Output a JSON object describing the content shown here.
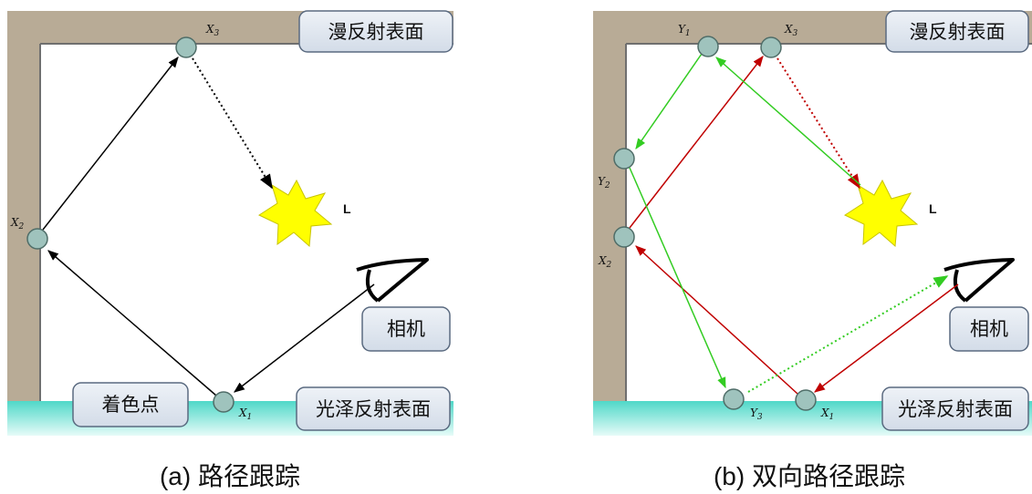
{
  "panel_a": {
    "caption": "(a) 路径跟踪",
    "labels": {
      "diffuse_surface": "漫反射表面",
      "glossy_surface": "光泽反射表面",
      "camera": "相机",
      "shading_point": "着色点",
      "light": "L"
    },
    "points": {
      "x1": {
        "letter": "X",
        "sub": "1"
      },
      "x2": {
        "letter": "X",
        "sub": "2"
      },
      "x3": {
        "letter": "X",
        "sub": "3"
      }
    }
  },
  "panel_b": {
    "caption": "(b) 双向路径跟踪",
    "labels": {
      "diffuse_surface": "漫反射表面",
      "glossy_surface": "光泽反射表面",
      "camera": "相机",
      "light": "L"
    },
    "points": {
      "x1": {
        "letter": "X",
        "sub": "1"
      },
      "x2": {
        "letter": "X",
        "sub": "2"
      },
      "x3": {
        "letter": "X",
        "sub": "3"
      },
      "y1": {
        "letter": "Y",
        "sub": "1"
      },
      "y2": {
        "letter": "Y",
        "sub": "2"
      },
      "y3": {
        "letter": "Y",
        "sub": "3"
      }
    }
  },
  "colors": {
    "wall": "#b8ab96",
    "floor_top": "#4fd8c8",
    "floor_bottom": "#dff8f5",
    "node_fill": "#9fc3bd",
    "label_box": "#dfe6ef",
    "camera_path": "#c00000",
    "light_path": "#33cc22",
    "light_star": "#ffff00"
  }
}
